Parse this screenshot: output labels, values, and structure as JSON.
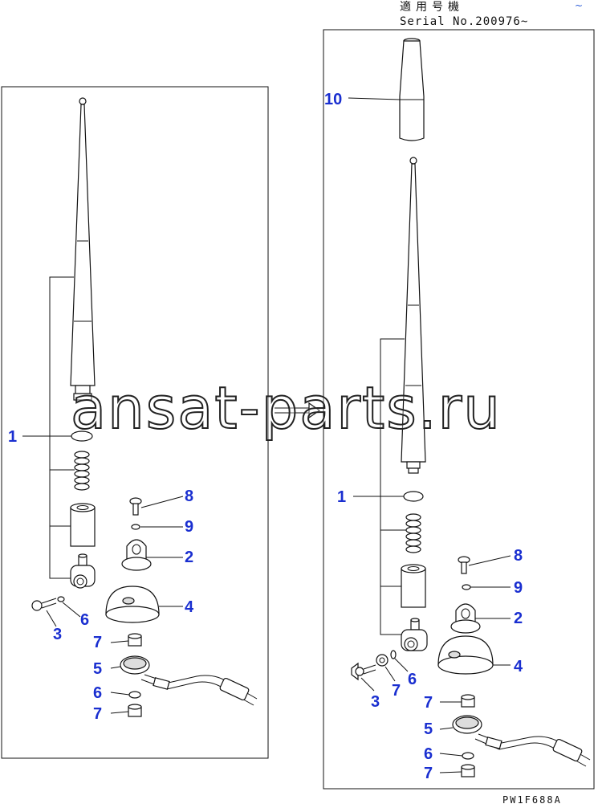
{
  "header": {
    "applicable_label": "適用号機",
    "serial_label": "Serial No.200976~"
  },
  "corner_mark": "~",
  "drawing_code": "PW1F688A",
  "watermark": "ansat-parts.ru",
  "left_panel": {
    "callouts": [
      "1",
      "8",
      "9",
      "2",
      "4",
      "3",
      "6",
      "7",
      "5",
      "6",
      "7"
    ]
  },
  "right_panel": {
    "callouts": [
      "10",
      "1",
      "8",
      "9",
      "2",
      "4",
      "3",
      "7",
      "6",
      "7",
      "5",
      "6",
      "7"
    ]
  },
  "colors": {
    "callout": "#1a2fd0",
    "line": "#111111"
  }
}
